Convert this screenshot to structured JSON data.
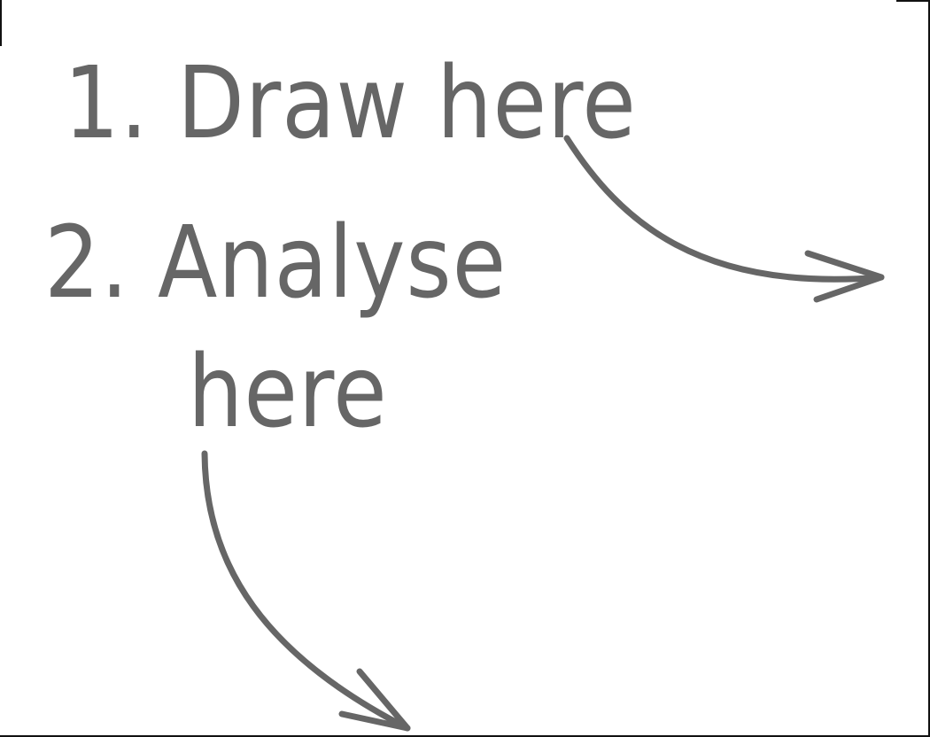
{
  "hints": {
    "line1": "1. Draw here",
    "line2": "2. Analyse",
    "line3": "here"
  },
  "colors": {
    "ink": "#666666",
    "background": "#ffffff",
    "frame": "#111111"
  },
  "icons": {
    "arrow_right": "curved-arrow-right-icon",
    "arrow_down": "curved-arrow-down-icon"
  }
}
